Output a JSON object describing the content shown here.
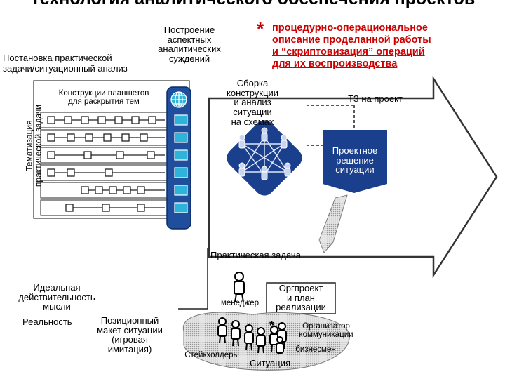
{
  "title": "Технология аналитического обеспечения проектов",
  "labels": {
    "building_aspect": "Построение\nаспектных\nаналитических\nсуждений",
    "procedural": "процедурно-операциональное\nописание проделанной работы\nи “скриптовизация” операций\nдля их воспроизводства",
    "task_setting": "Постановка практической\nзадачи/ситуационный анализ",
    "thematization": "Тематизация\nпрактической задачи",
    "tablets": "Конструкции планшетов\nдля раскрытия тем",
    "assembly": "Сборка\nконструкции\nи анализ\nситуации\nна схемах",
    "tz": "ТЗ на проект",
    "project_solution": "Проектное\nрешение\nситуации",
    "practical_task": "Практическая задача",
    "ideal_reality": "Идеальная\nдействительность\nмысли",
    "reality": "Реальность",
    "positional": "Позиционный\nмакет ситуации\n(игровая\nимитация)",
    "manager": "менеджер",
    "org_project": "Оргпроект\nи план\nреализации",
    "organizer": "Организатор\nкоммуникации",
    "businessman": "бизнесмен",
    "stakeholders": "Стейкхолдеры",
    "situation": "Ситуация"
  },
  "symbols": {
    "star": "*"
  },
  "colors": {
    "accent_blue": "#1f4e9c",
    "node_blue": "#1a3f8c",
    "cyan": "#2fb3d8",
    "red_text": "#cc0000",
    "ellipse_gray": "#d8d8d8"
  }
}
